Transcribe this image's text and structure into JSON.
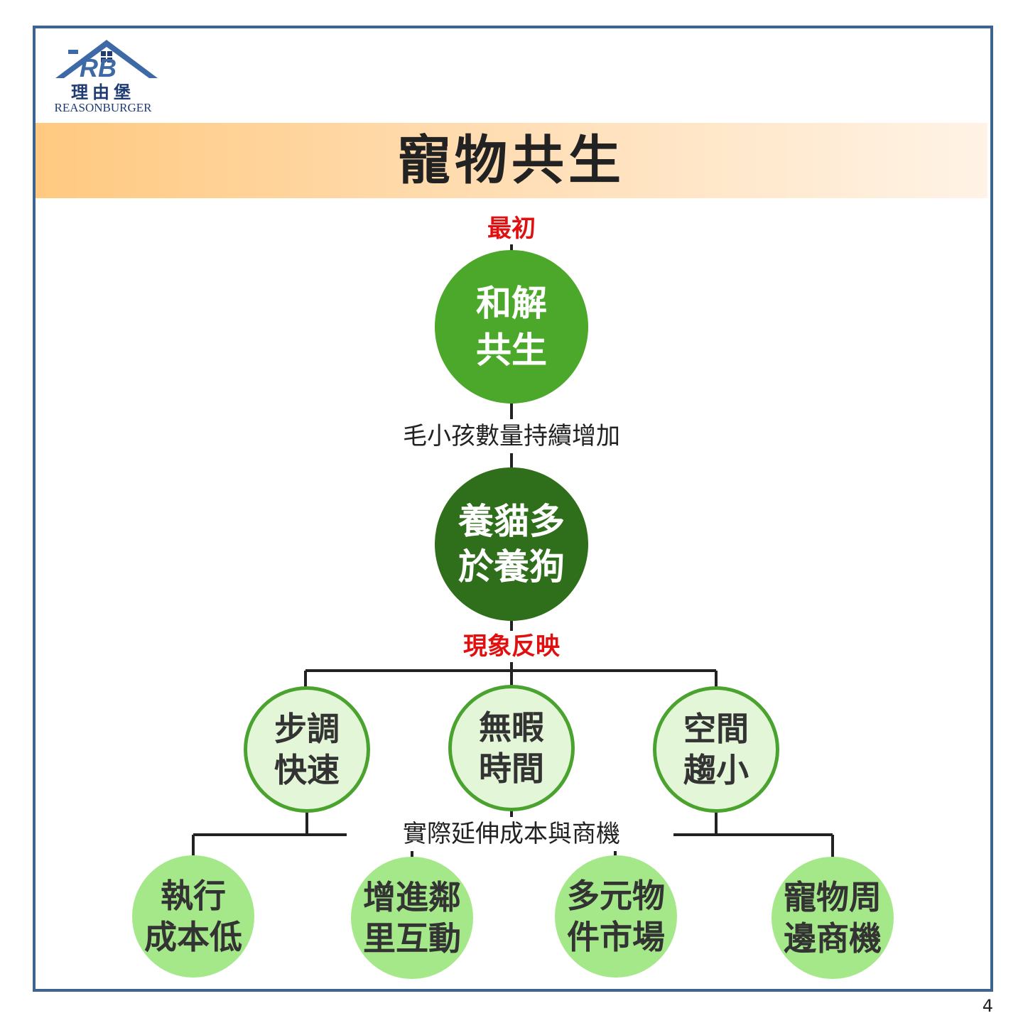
{
  "logo": {
    "cn": "理由堡",
    "en": "REASONBURGER",
    "mark": "RB"
  },
  "title": "寵物共生",
  "labels": {
    "start": "最初",
    "growth": "毛小孩數量持續增加",
    "reflection": "現象反映",
    "extension": "實際延伸成本與商機"
  },
  "nodes": {
    "top": "和解\n共生",
    "mid": "養貓多\n於養狗",
    "third": [
      "步調\n快速",
      "無暇\n時間",
      "空間\n趨小"
    ],
    "bottom": [
      "執行\n成本低",
      "增進鄰\n里互動",
      "多元物\n件市場",
      "寵物周\n邊商機"
    ]
  },
  "colors": {
    "frame": "#3d6491",
    "top_node": "#4ca82a",
    "mid_node": "#2f6e1a",
    "third_fill": "#e3f6d8",
    "third_border": "#4aa22f",
    "bottom_node": "#a4e889",
    "red_label": "#e01010"
  },
  "page_number": "4"
}
